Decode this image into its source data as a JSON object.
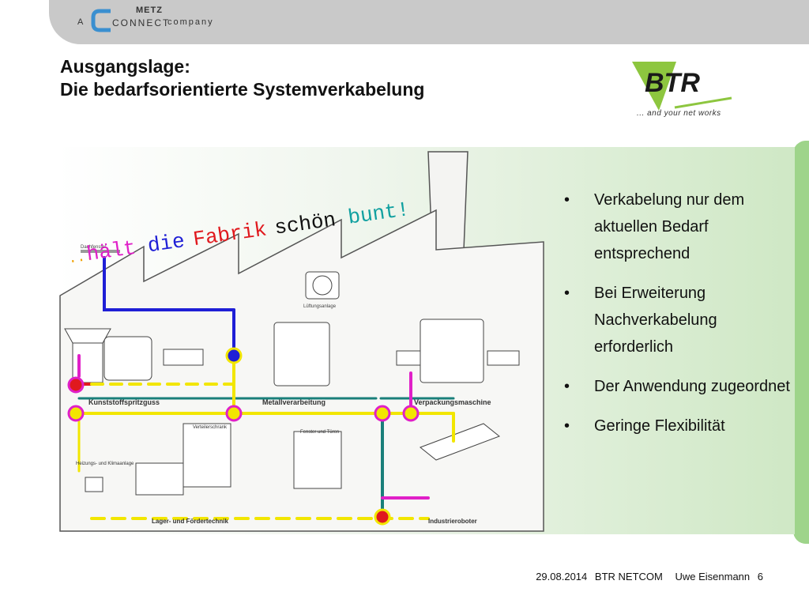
{
  "header": {
    "logo_prefix": "A",
    "logo_metz": "METZ",
    "logo_connect": "CONNECT",
    "logo_company": "company"
  },
  "title": {
    "line1": "Ausgangslage:",
    "line2": "Die bedarfsorientierte Systemverkabelung"
  },
  "brand": {
    "name": "BTR",
    "tagline": "... and your net works",
    "green": "#8dc63f"
  },
  "slogan": {
    "ellipsis": "...",
    "w1": "hält",
    "w2": "die",
    "w3": "Fabrik",
    "w4": "schön",
    "w5": "bunt!"
  },
  "factory_labels": {
    "roof": "Dachfenster",
    "ventilation": "Lüftungsanlage",
    "molding": "Kunststoffspritzguss",
    "metal": "Metallverarbeitung",
    "packaging": "Verpackungsmaschine",
    "cabinet": "Verteilerschrank",
    "windows": "Fenster und Türen",
    "heating": "Heizungs- und Klimaanlage",
    "warehouse": "Lager- und Fördertechnik",
    "robot": "Industrieroboter"
  },
  "bullets": [
    "Verkabelung nur dem aktuellen Bedarf entsprechend",
    "Bei Erweiterung Nachverkabelung erforderlich",
    "Der Anwendung zugeordnet",
    "Geringe Flexibilität"
  ],
  "footer": {
    "date": "29.08.2014",
    "company": "BTR NETCOM",
    "author": "Uwe Eisenmann",
    "page": "6"
  },
  "colors": {
    "cable_blue": "#1f1fd6",
    "cable_yellow": "#f2e600",
    "cable_red": "#e0191e",
    "cable_magenta": "#e020c8",
    "cable_teal": "#1a7f7a"
  }
}
